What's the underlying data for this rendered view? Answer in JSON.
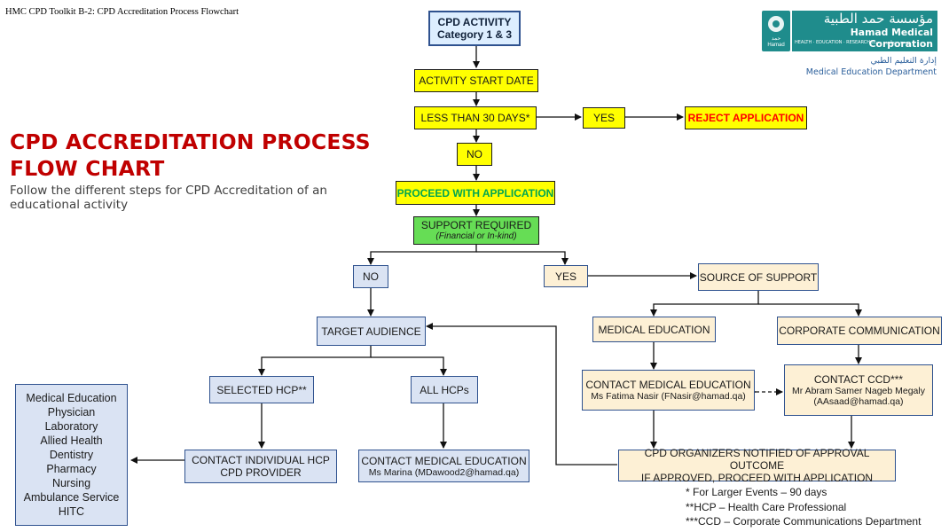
{
  "doc_title": "HMC CPD Toolkit B-2: CPD Accreditation Process Flowchart",
  "title_line1": "CPD ACCREDITATION PROCESS",
  "title_line2": "FLOW CHART",
  "subtitle": "Follow the different steps for CPD Accreditation of an educational activity",
  "logo": {
    "arabic": "مؤسسة حمد الطبية",
    "english": "Hamad Medical Corporation",
    "tagline": "HEALTH · EDUCATION · RESEARCH   صحة · تعليم · بحوث",
    "mark_text": "حمد Hamad",
    "dept_arabic": "إدارة التعليم الطبي",
    "dept_english": "Medical Education Department"
  },
  "nodes": {
    "cpd_activity": {
      "line1": "CPD ACTIVITY",
      "line2": "Category 1 & 3"
    },
    "start_date": "ACTIVITY START DATE",
    "less30": "LESS THAN 30 DAYS*",
    "yes1": "YES",
    "reject": "REJECT APPLICATION",
    "no1": "NO",
    "proceed": "PROCEED WITH APPLICATION",
    "support": {
      "line1": "SUPPORT REQUIRED",
      "line2": "(Financial or In-kind)"
    },
    "no2": "NO",
    "yes2": "YES",
    "source": "SOURCE OF SUPPORT",
    "target": "TARGET AUDIENCE",
    "medical_education": "MEDICAL EDUCATION",
    "corporate_comm": "CORPORATE COMMUNICATION",
    "selected_hcp": "SELECTED HCP**",
    "all_hcps": "ALL HCPs",
    "contact_med_ed_right": {
      "line1": "CONTACT MEDICAL EDUCATION",
      "line2": "Ms Fatima Nasir (FNasir@hamad.qa)"
    },
    "contact_ccd": {
      "line1": "CONTACT CCD***",
      "line2": "Mr Abram Samer Nageb Megaly",
      "line3": "(AAsaad@hamad.qa)"
    },
    "contact_individual": {
      "line1": "CONTACT INDIVIDUAL HCP",
      "line2": "CPD PROVIDER"
    },
    "contact_med_ed_mid": {
      "line1": "CONTACT MEDICAL EDUCATION",
      "line2": "Ms Marina (MDawood2@hamad.qa)"
    },
    "organizers": {
      "line1": "CPD ORGANIZERS NOTIFIED OF APPROVAL OUTCOME",
      "line2": "IF APPROVED, PROCEED WITH APPLICATION"
    },
    "providers_list": [
      "Medical Education",
      "Physician",
      "Laboratory",
      "Allied Health",
      "Dentistry",
      "Pharmacy",
      "Nursing",
      "Ambulance Service",
      "HITC"
    ]
  },
  "notes": [
    "* For Larger Events – 90 days",
    "**HCP – Health Care Professional",
    "***CCD – Corporate Communications Department"
  ],
  "colors": {
    "title_red": "#c00000",
    "yellow": "#ffff00",
    "green": "#66dd55",
    "blue_fill": "#dae3f3",
    "tan_fill": "#fdf0d5",
    "reject_text": "#ff0000",
    "proceed_text": "#00a651",
    "hmc_teal": "#1f8c8c"
  }
}
